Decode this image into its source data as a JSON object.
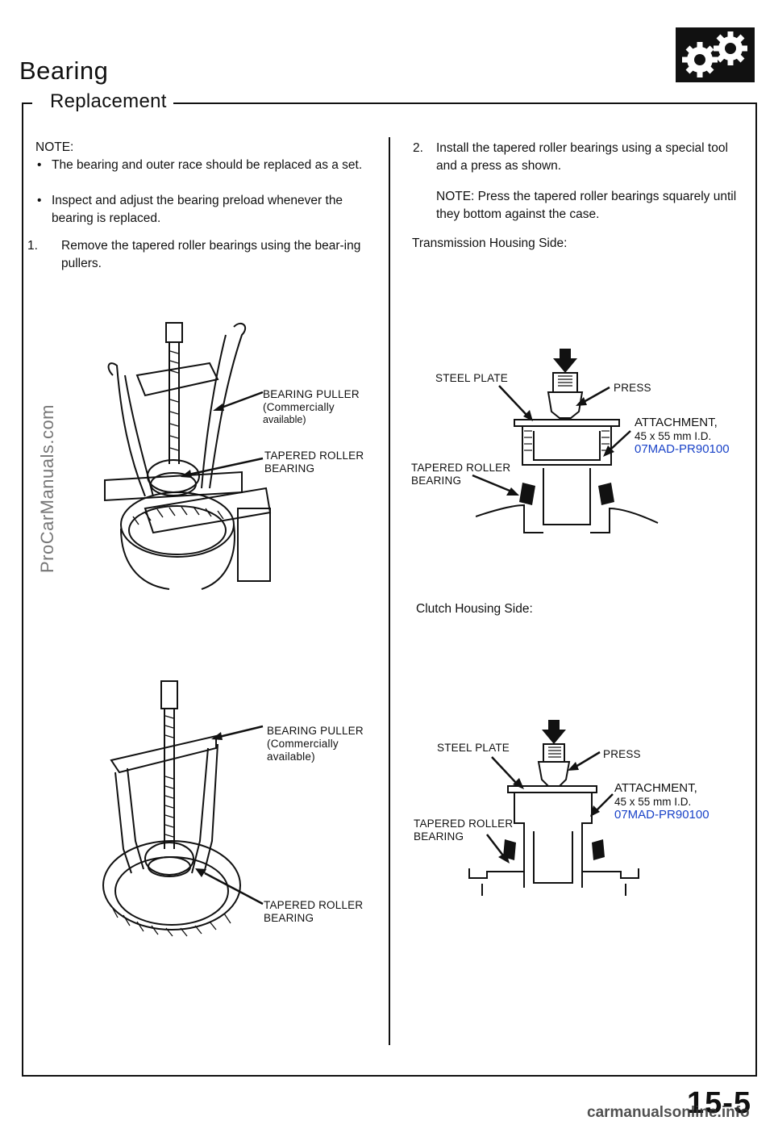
{
  "header": {
    "title": "Bearing",
    "subtitle": "Replacement"
  },
  "left": {
    "note_label": "NOTE:",
    "bullets": [
      "The bearing and outer race should be replaced as a set.",
      "Inspect and adjust the bearing preload whenever the bearing is replaced."
    ],
    "step1_num": "1.",
    "step1_text": "Remove the tapered roller bearings using the bear-ing pullers.",
    "fig1": {
      "puller_label": "BEARING PULLER",
      "puller_sub1": "(Commercially",
      "puller_sub2": "available)",
      "bearing_label1": "TAPERED ROLLER",
      "bearing_label2": "BEARING"
    },
    "fig2": {
      "puller_label": "BEARING PULLER",
      "puller_sub1": "(Commercially",
      "puller_sub2": "available)",
      "bearing_label1": "TAPERED ROLLER",
      "bearing_label2": "BEARING"
    }
  },
  "right": {
    "step2_num": "2.",
    "step2_text": "Install the tapered roller bearings using a special tool and a press as shown.",
    "note_text": "NOTE: Press the tapered roller bearings squarely until they bottom against the case.",
    "section1": "Transmission Housing Side:",
    "section2": "Clutch Housing Side:",
    "fig3": {
      "steel_plate": "STEEL PLATE",
      "press": "PRESS",
      "attachment": "ATTACHMENT,",
      "attachment_size": "45 x 55 mm I.D.",
      "attachment_part": "07MAD-PR90100",
      "bearing1": "TAPERED ROLLER",
      "bearing2": "BEARING"
    },
    "fig4": {
      "steel_plate": "STEEL PLATE",
      "press": "PRESS",
      "attachment": "ATTACHMENT,",
      "attachment_size": "45 x 55 mm I.D.",
      "attachment_part": "07MAD-PR90100",
      "bearing1": "TAPERED ROLLER",
      "bearing2": "BEARING"
    }
  },
  "footer": {
    "page_number": "15-5",
    "watermark": "ProCarManuals.com",
    "site": "carmanualsonline.info"
  },
  "icons": {
    "gear": "gears-icon"
  }
}
